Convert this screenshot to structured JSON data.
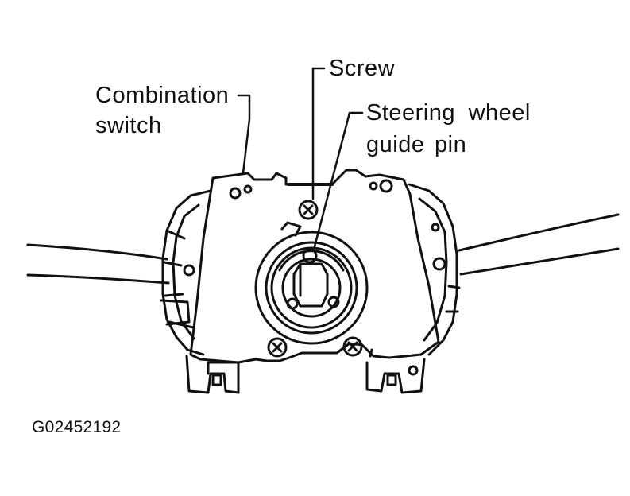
{
  "labels": {
    "screw": "Screw",
    "combination_switch": [
      "Combination",
      "switch"
    ],
    "steering_wheel_guide_pin": [
      "Steering wheel",
      "guide pin"
    ]
  },
  "figure_id": "G02452192",
  "colors": {
    "ink": "#111111",
    "background": "#ffffff"
  }
}
